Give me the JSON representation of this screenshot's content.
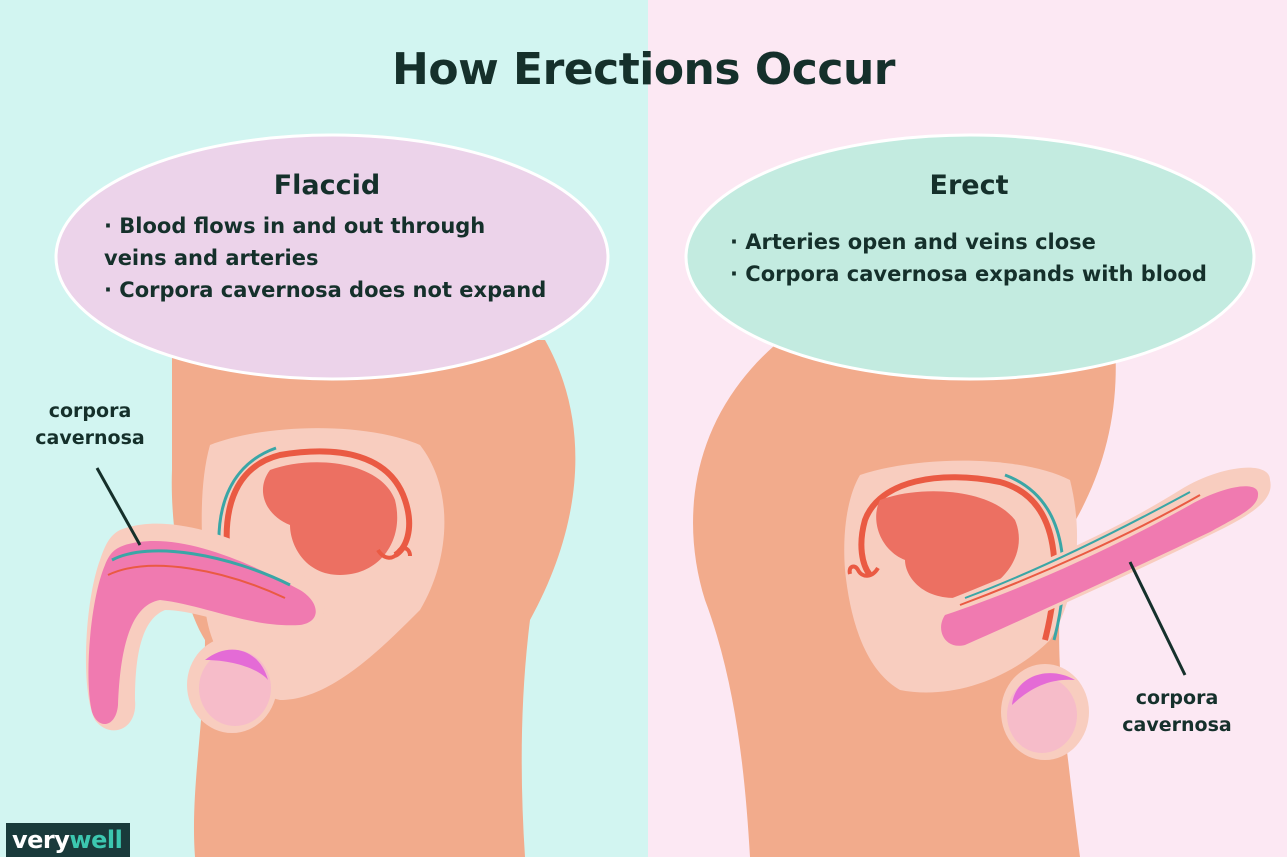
{
  "title": "How Erections Occur",
  "panels": [
    {
      "heading": "Flaccid",
      "bullets": [
        "· Blood flows in and out through",
        "veins and arteries",
        "· Corpora cavernosa does not expand"
      ],
      "callout": [
        "corpora",
        "cavernosa"
      ]
    },
    {
      "heading": "Erect",
      "bullets": [
        "· Arteries open and veins close",
        "· Corpora cavernosa expands with blood"
      ],
      "callout": [
        "corpora",
        "cavernosa"
      ]
    }
  ],
  "logo": {
    "part1": "very",
    "part2": "well"
  },
  "colors": {
    "left_bg": "#d2f5f1",
    "right_bg": "#fce8f3",
    "skin": "#f2ab8c",
    "inner_skin": "#f8cdbf",
    "organ_pink": "#f07ab0",
    "artery_red": "#ea5a43",
    "vein_teal": "#3aa6a6",
    "bubble_pink": "#ecd3ea",
    "bubble_teal": "#c3ebe0",
    "text_dark": "#15302b"
  }
}
